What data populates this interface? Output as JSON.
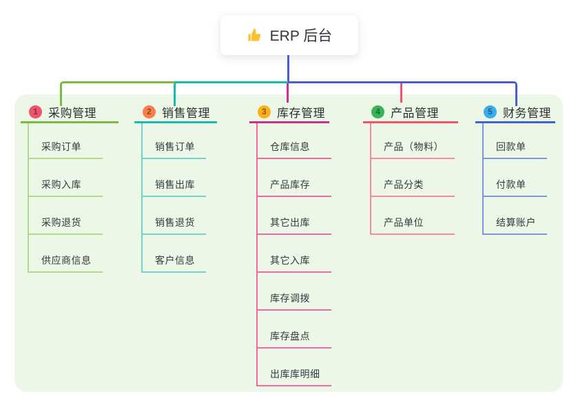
{
  "root": {
    "label": "ERP 后台",
    "icon": "thumbs-up-icon",
    "icon_color": "#f9c22e",
    "stem_color": "#4a5ed2"
  },
  "colors": {
    "panel_bg": "#edf7e7",
    "text_dark": "#2e2e33"
  },
  "branches": [
    {
      "index": "1",
      "label": "采购管理",
      "badge_color": "#f0536b",
      "line_color": "#7cb93e",
      "child_line_color": "#b2d98c",
      "children": [
        "采购订单",
        "采购入库",
        "采购退货",
        "供应商信息"
      ]
    },
    {
      "index": "2",
      "label": "销售管理",
      "badge_color": "#f98048",
      "line_color": "#14bcb0",
      "child_line_color": "#6fd3c9",
      "children": [
        "销售订单",
        "销售出库",
        "销售退货",
        "客户信息"
      ]
    },
    {
      "index": "3",
      "label": "库存管理",
      "badge_color": "#fbb117",
      "line_color": "#cf2e8d",
      "child_line_color": "#f266a2",
      "children": [
        "仓库信息",
        "产品库存",
        "其它出库",
        "其它入库",
        "库存调拨",
        "库存盘点",
        "出库库明细"
      ]
    },
    {
      "index": "4",
      "label": "产品管理",
      "badge_color": "#35b558",
      "line_color": "#f4516c",
      "child_line_color": "#f78b9d",
      "children": [
        "产品（物料）",
        "产品分类",
        "产品单位"
      ]
    },
    {
      "index": "5",
      "label": "财务管理",
      "badge_color": "#36aee9",
      "line_color": "#3f62d2",
      "child_line_color": "#7e94de",
      "children": [
        "回款单",
        "付款单",
        "结算账户"
      ]
    }
  ]
}
